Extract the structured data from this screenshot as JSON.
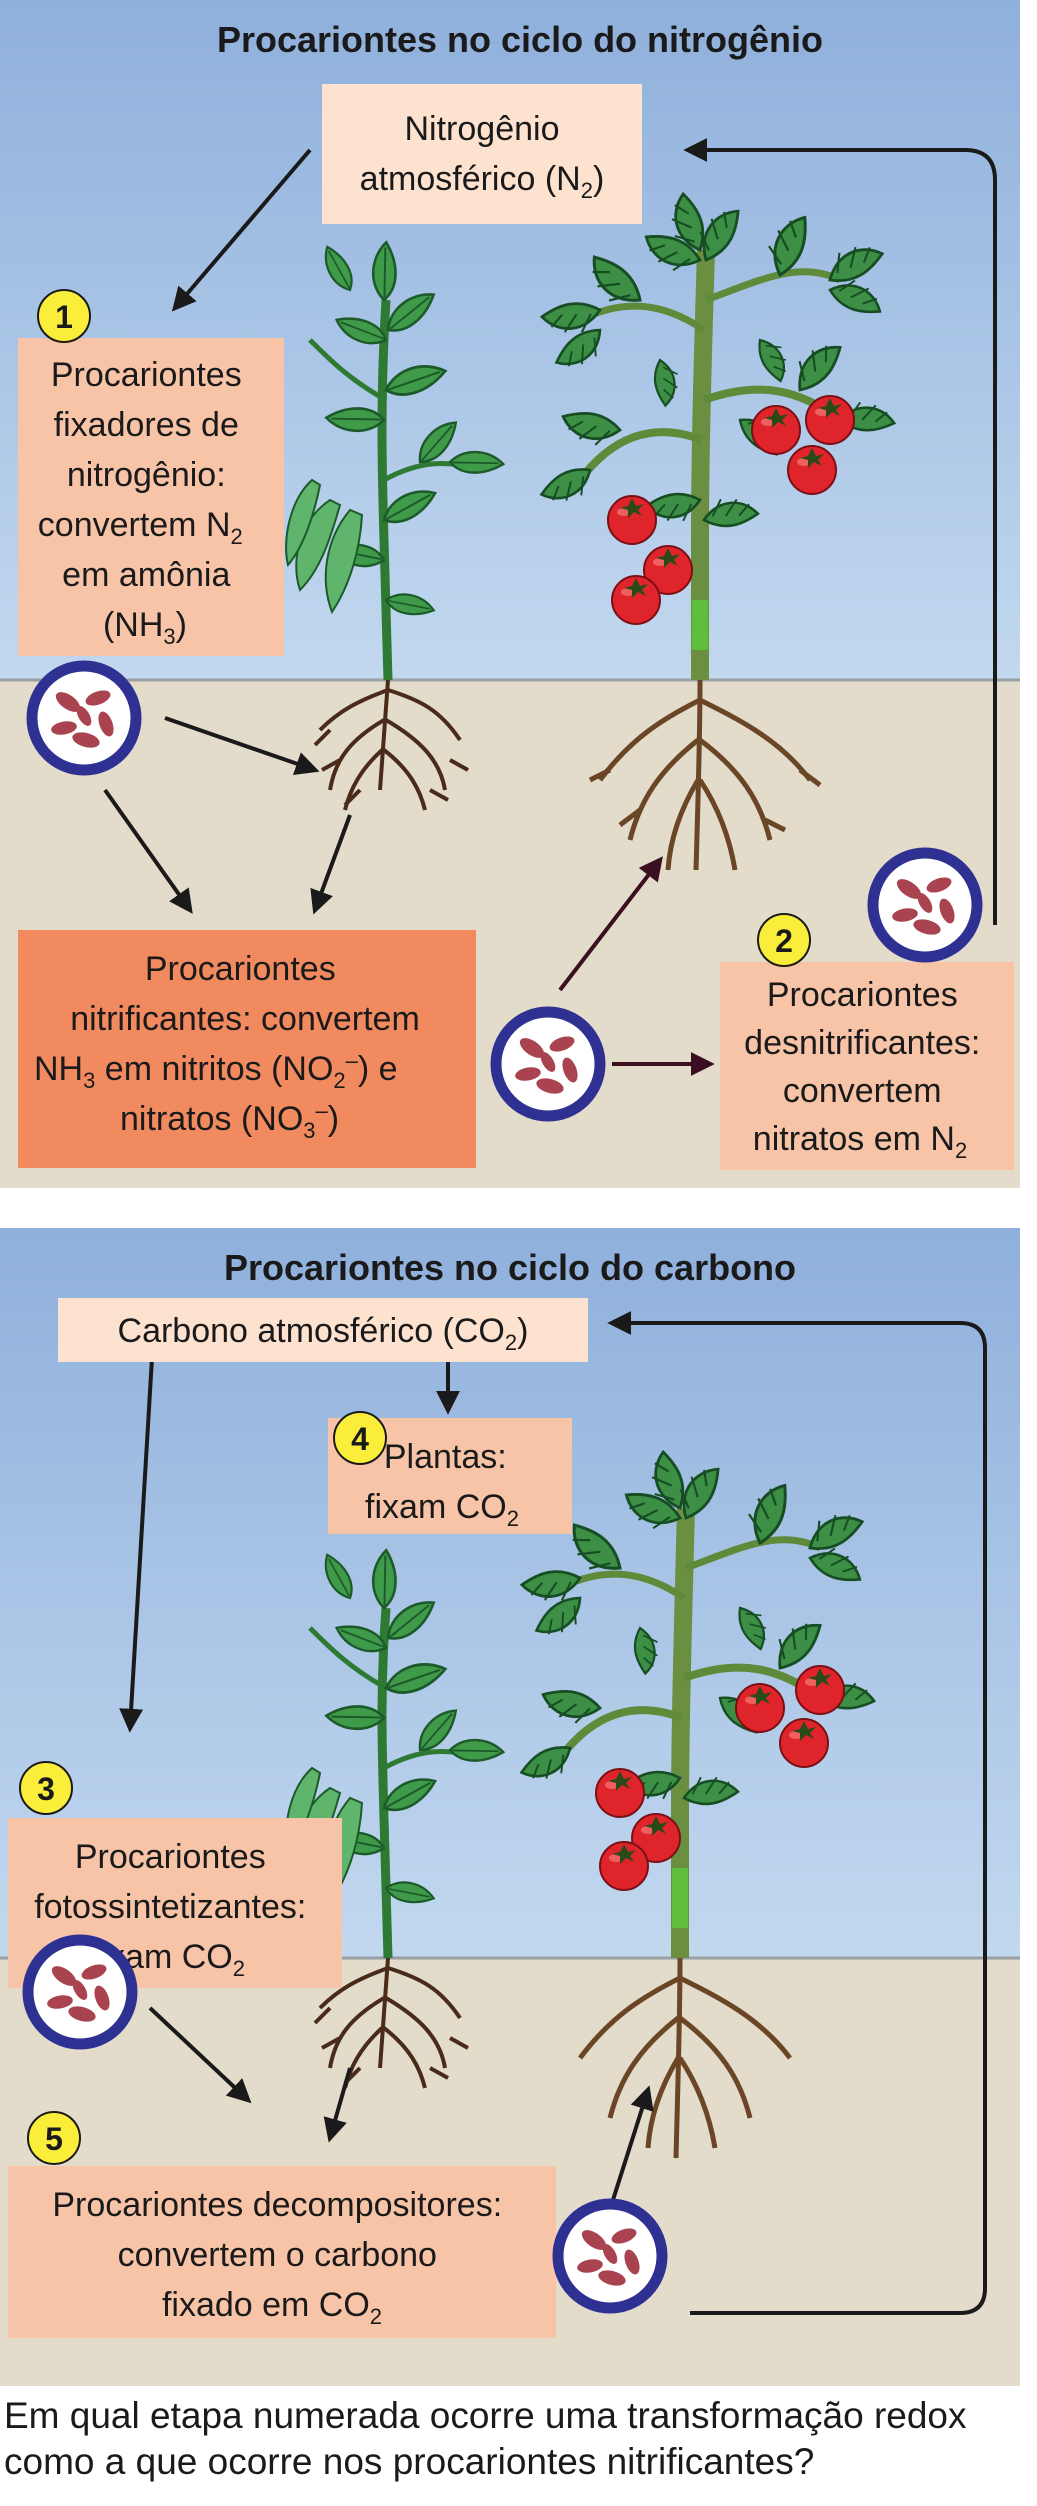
{
  "nitrogen": {
    "title": "Procariontes no ciclo do nitrogênio",
    "atmo_line1": "Nitrogênio",
    "atmo_line2": "atmosférico (N",
    "atmo_sub": "2",
    "atmo_close": ")",
    "step1_badge": "1",
    "fix_line1": "Procariontes",
    "fix_line2": "fixadores de",
    "fix_line3": "nitrogênio:",
    "fix_line4": "convertem N",
    "fix_sub1": "2",
    "fix_line5": "em amônia",
    "fix_line6a": "(NH",
    "fix_sub2": "3",
    "fix_line6b": ")",
    "nitrif_line1": "Procariontes",
    "nitrif_line2": "nitrificantes: convertem",
    "nitrif_line3a": "NH",
    "nitrif_sub_a": "3",
    "nitrif_line3b": " em nitritos (NO",
    "nitrif_sub_b": "2",
    "nitrif_sup_b": "–",
    "nitrif_line3c": ") e",
    "nitrif_line4a": "nitratos (NO",
    "nitrif_sub_c": "3",
    "nitrif_sup_c": "–",
    "nitrif_line4b": ")",
    "step2_badge": "2",
    "denit_line1": "Procariontes",
    "denit_line2": "desnitrificantes:",
    "denit_line3": "convertem",
    "denit_line4a": "nitratos em N",
    "denit_sub": "2"
  },
  "carbon": {
    "title": "Procariontes no ciclo do carbono",
    "atmo_a": "Carbono atmosférico (CO",
    "atmo_sub": "2",
    "atmo_b": ")",
    "step4_badge": "4",
    "plants_line1": "Plantas:",
    "plants_line2a": "fixam CO",
    "plants_sub": "2",
    "step3_badge": "3",
    "photo_line1": "Procariontes",
    "photo_line2": "fotossintetizantes:",
    "photo_line3a": "fixam CO",
    "photo_sub": "2",
    "step5_badge": "5",
    "decomp_line1": "Procariontes decompositores:",
    "decomp_line2": "convertem o carbono",
    "decomp_line3a": "fixado em CO",
    "decomp_sub": "2"
  },
  "question": "Em qual etapa numerada ocorre uma transformação redox como a que ocorre nos procariontes nitrificantes?",
  "colors": {
    "sky_top": "#8fb0dc",
    "sky_bottom": "#c2d8ef",
    "soil": "#e3dccb",
    "label_box": "#f7c4a8",
    "atmo_box": "#fde2d0",
    "nitrif_box": "#f28a60",
    "badge": "#fbee3b",
    "microbe_ring": "#2e3192",
    "microbe_cell": "#a9434f"
  }
}
